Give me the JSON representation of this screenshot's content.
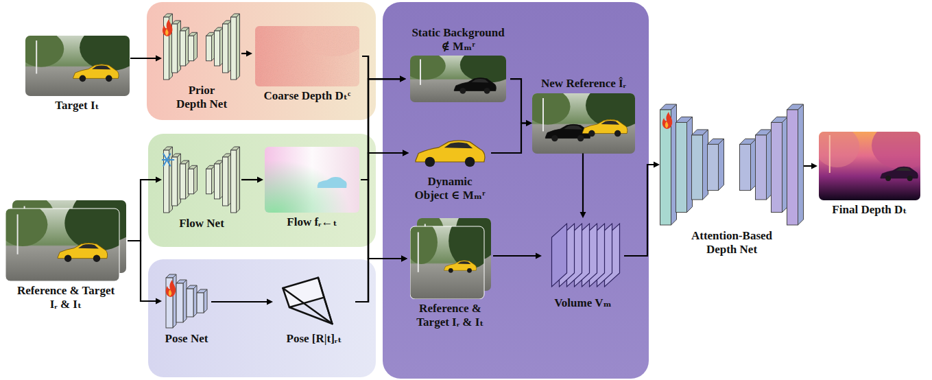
{
  "diagram": {
    "nodes": [
      {
        "text": [
          "Target Iₜ"
        ]
      },
      {
        "text": []
      },
      {
        "text": [
          "Prior Depth Net"
        ],
        "in": 1
      },
      {
        "text": [
          "Coarse Depth Dₜᶜ"
        ],
        "in": 1
      },
      {
        "text": [
          "Reference & Target Iᵣ & Iₜ"
        ]
      },
      {
        "text": []
      },
      {
        "text": [
          "Flow Net"
        ],
        "in": 5
      },
      {
        "text": [
          "Flow fᵣ←ₜ"
        ],
        "in": 5
      },
      {
        "text": []
      },
      {
        "text": [
          "Pose Net"
        ],
        "in": 8
      },
      {
        "text": [
          "Pose [R|t]ᵣₜ"
        ],
        "in": 8
      },
      {
        "text": []
      },
      {
        "text": [
          "Static Background ∉ Mₘʳ"
        ],
        "in": 11
      },
      {
        "text": [
          "Dynamic Object ∈ Mₘʳ"
        ],
        "in": 11
      },
      {
        "text": [
          "New Reference Îᵣ"
        ],
        "in": 11
      },
      {
        "text": [
          "Reference & Target Iᵣ & Iₜ"
        ],
        "in": 11
      },
      {
        "text": [
          "Volume Vₘ"
        ],
        "in": 11
      },
      {
        "text": [
          "Attention-Based Depth Net"
        ]
      },
      {
        "text": [
          "Final Depth Dₜ"
        ]
      }
    ],
    "edges": [
      {
        "from": 0,
        "to": 2,
        "arrow": "to"
      },
      {
        "from": 2,
        "to": 3,
        "arrow": "to"
      },
      {
        "from": 4,
        "to": 6,
        "arrow": "to"
      },
      {
        "from": 4,
        "to": 9,
        "arrow": "to"
      },
      {
        "from": 6,
        "to": 7,
        "arrow": "to"
      },
      {
        "from": 9,
        "to": 10,
        "arrow": "to"
      },
      {
        "from": 3,
        "to": 12,
        "arrow": "to"
      },
      {
        "from": 3,
        "to": 13,
        "arrow": "to"
      },
      {
        "from": 3,
        "to": 15,
        "arrow": "to"
      },
      {
        "from": 7,
        "to": 12,
        "arrow": "to"
      },
      {
        "from": 7,
        "to": 13,
        "arrow": "to"
      },
      {
        "from": 7,
        "to": 15,
        "arrow": "to"
      },
      {
        "from": 10,
        "to": 12,
        "arrow": "to"
      },
      {
        "from": 10,
        "to": 13,
        "arrow": "to"
      },
      {
        "from": 10,
        "to": 15,
        "arrow": "to"
      },
      {
        "from": 12,
        "to": 14,
        "arrow": "to"
      },
      {
        "from": 13,
        "to": 14,
        "arrow": "to"
      },
      {
        "from": 14,
        "to": 16,
        "arrow": "to"
      },
      {
        "from": 15,
        "to": 16,
        "arrow": "to"
      },
      {
        "from": 16,
        "to": 17,
        "arrow": "to"
      },
      {
        "from": 17,
        "to": 18,
        "arrow": "to"
      }
    ]
  }
}
